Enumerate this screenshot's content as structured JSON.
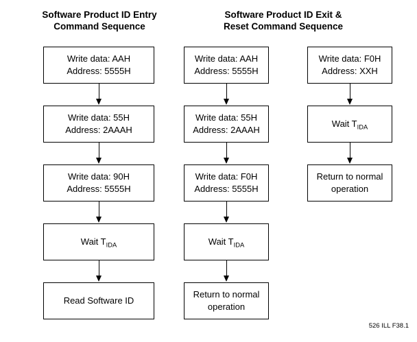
{
  "titles": {
    "entry": {
      "line1": "Software Product ID Entry",
      "line2": "Command Sequence"
    },
    "exit": {
      "line1": "Software Product ID Exit &",
      "line2": "Reset Command Sequence"
    }
  },
  "columns": [
    {
      "id": "entry-sequence",
      "boxes": [
        {
          "lines": [
            {
              "text": "Write data: AAH"
            },
            {
              "text": "Address: 5555H"
            }
          ]
        },
        {
          "lines": [
            {
              "text": "Write data: 55H"
            },
            {
              "text": "Address: 2AAAH"
            }
          ]
        },
        {
          "lines": [
            {
              "text": "Write data: 90H"
            },
            {
              "text": "Address: 5555H"
            }
          ]
        },
        {
          "lines": [
            {
              "text": "Wait T",
              "sub": "IDA"
            }
          ]
        },
        {
          "lines": [
            {
              "text": "Read Software ID"
            }
          ]
        }
      ]
    },
    {
      "id": "exit-reset-sequence",
      "boxes": [
        {
          "lines": [
            {
              "text": "Write data: AAH"
            },
            {
              "text": "Address: 5555H"
            }
          ]
        },
        {
          "lines": [
            {
              "text": "Write data: 55H"
            },
            {
              "text": "Address: 2AAAH"
            }
          ]
        },
        {
          "lines": [
            {
              "text": "Write data: F0H"
            },
            {
              "text": "Address: 5555H"
            }
          ]
        },
        {
          "lines": [
            {
              "text": "Wait T",
              "sub": "IDA"
            }
          ]
        },
        {
          "lines": [
            {
              "text": "Return to normal"
            },
            {
              "text": "operation"
            }
          ]
        }
      ]
    },
    {
      "id": "exit-reset-short-sequence",
      "boxes": [
        {
          "lines": [
            {
              "text": "Write data: F0H"
            },
            {
              "text": "Address: XXH"
            }
          ]
        },
        {
          "lines": [
            {
              "text": "Wait T",
              "sub": "IDA"
            }
          ]
        },
        {
          "lines": [
            {
              "text": "Return to normal"
            },
            {
              "text": "operation"
            }
          ]
        }
      ]
    }
  ],
  "footer": "526 ILL F38.1",
  "colors": {
    "line": "#000000",
    "background": "#ffffff"
  }
}
